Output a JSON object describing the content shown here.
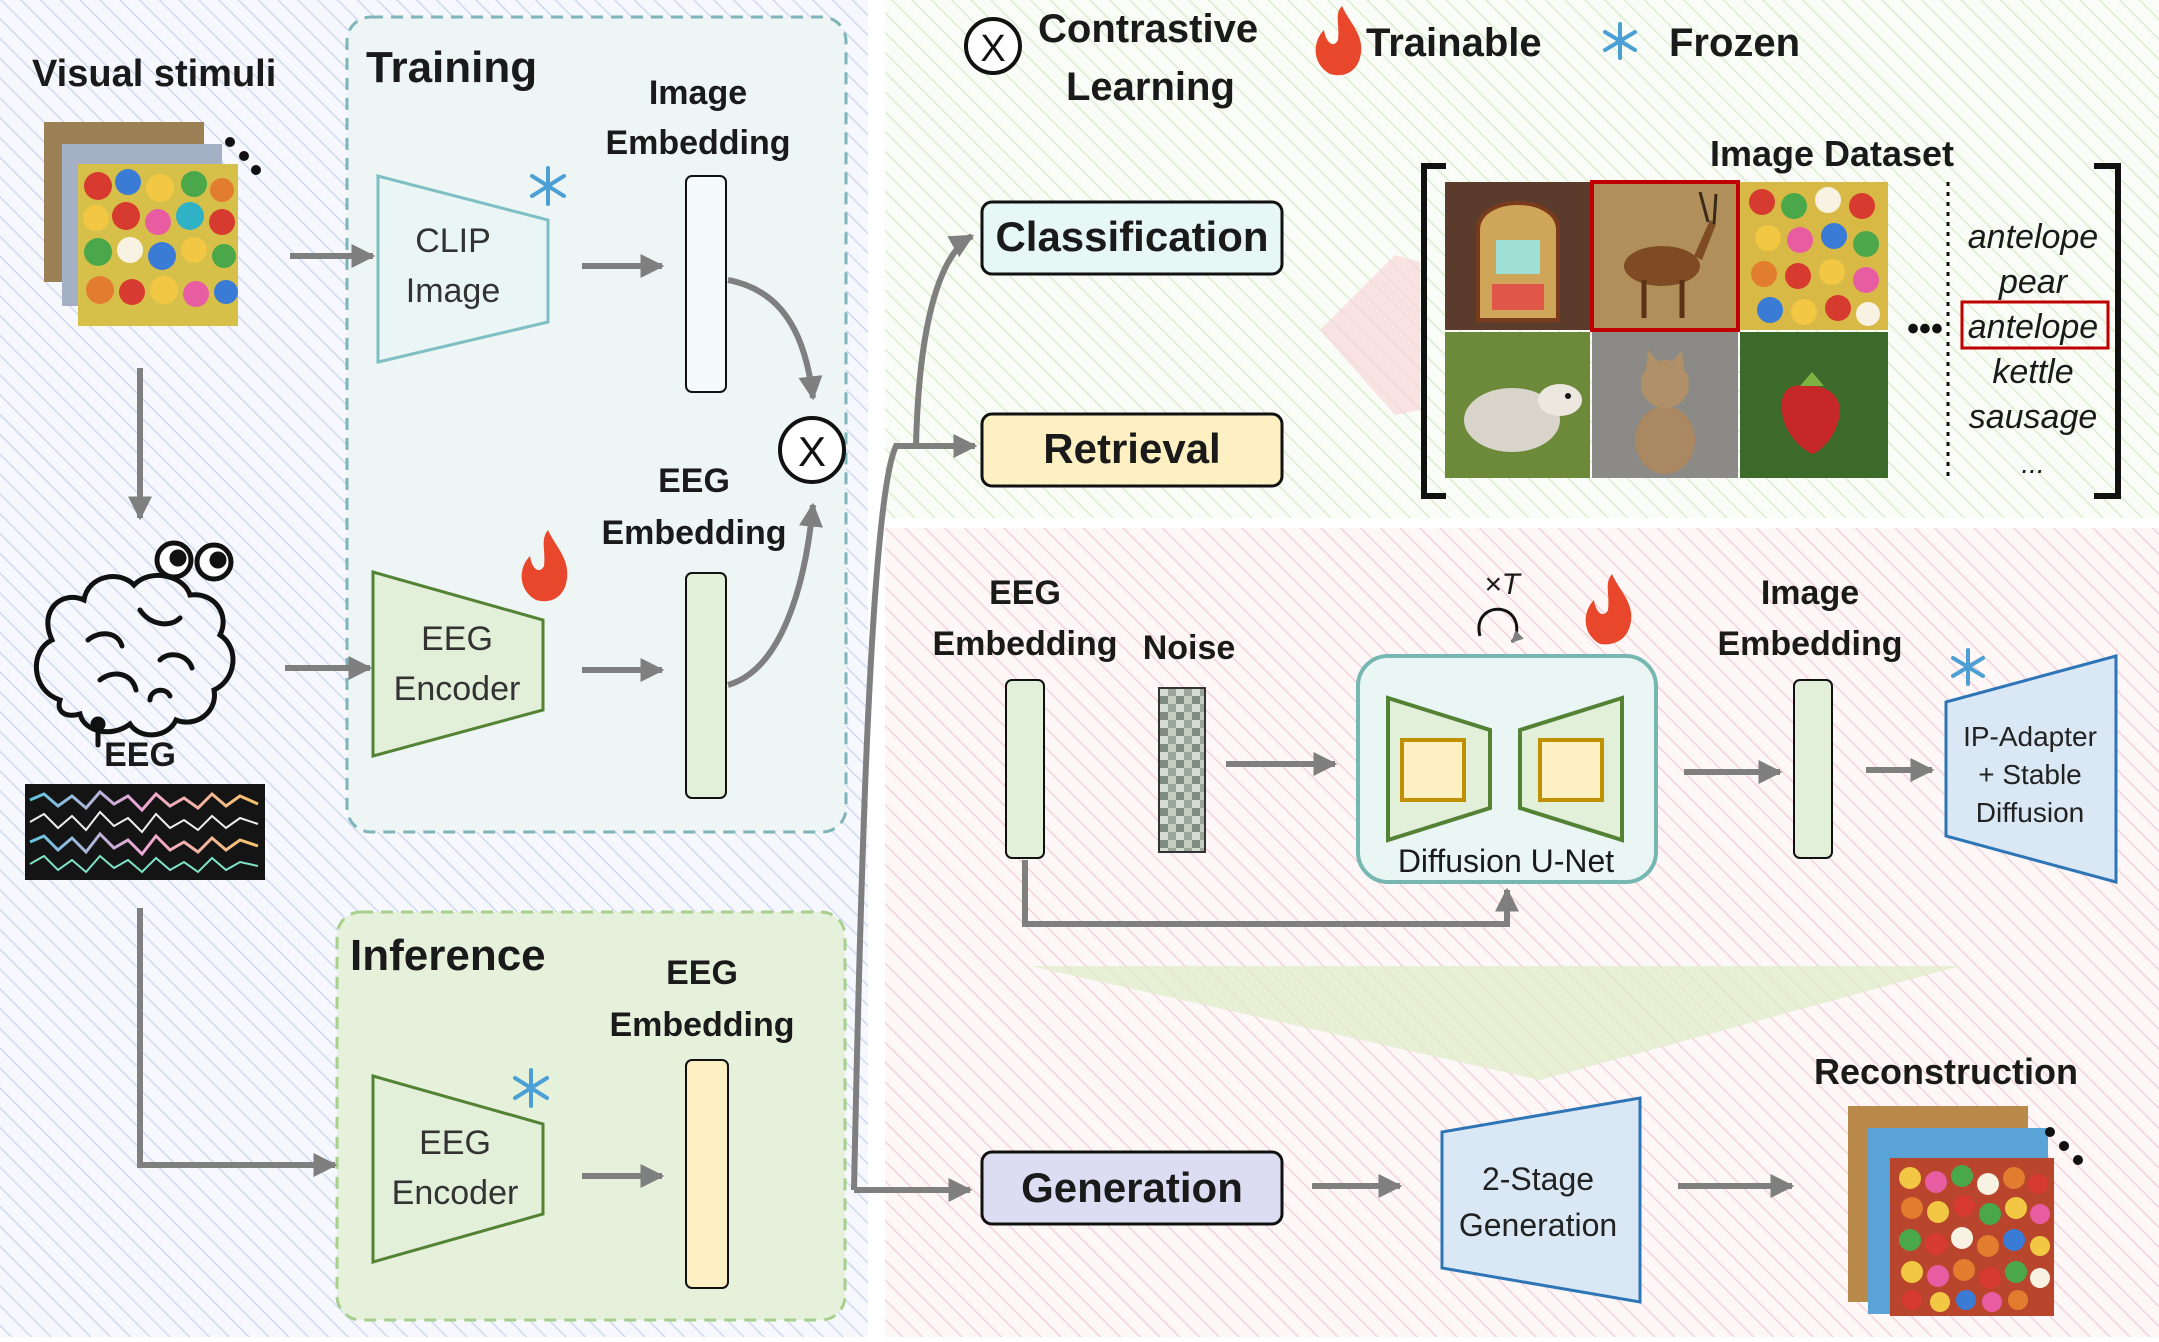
{
  "legend": {
    "contrastive_symbol": "X",
    "contrastive_line1": "Contrastive",
    "contrastive_line2": "Learning",
    "trainable": "Trainable",
    "frozen": "Frozen"
  },
  "left": {
    "visual_stimuli": "Visual stimuli",
    "eeg": "EEG"
  },
  "training": {
    "title": "Training",
    "clip_line1": "CLIP",
    "clip_line2": "Image",
    "image_emb_line1": "Image",
    "image_emb_line2": "Embedding",
    "eeg_enc_line1": "EEG",
    "eeg_enc_line2": "Encoder",
    "eeg_emb_line1": "EEG",
    "eeg_emb_line2": "Embedding",
    "cl_symbol": "X"
  },
  "inference": {
    "title": "Inference",
    "eeg_emb_line1": "EEG",
    "eeg_emb_line2": "Embedding",
    "eeg_enc_line1": "EEG",
    "eeg_enc_line2": "Encoder"
  },
  "tasks": {
    "classification": "Classification",
    "retrieval": "Retrieval",
    "generation": "Generation"
  },
  "dataset": {
    "title": "Image Dataset",
    "dots": "•••",
    "labels": [
      "antelope",
      "pear",
      "antelope",
      "kettle",
      "sausage",
      "..."
    ],
    "highlight_index": 2
  },
  "generation_panel": {
    "eeg_emb_line1": "EEG",
    "eeg_emb_line2": "Embedding",
    "noise": "Noise",
    "times_t": "×T",
    "unet_label": "Diffusion U-Net",
    "image_emb_line1": "Image",
    "image_emb_line2": "Embedding",
    "ip_line1": "IP-Adapter",
    "ip_line2": "+ Stable",
    "ip_line3": "Diffusion",
    "two_stage_line1": "2-Stage",
    "two_stage_line2": "Generation",
    "reconstruction": "Reconstruction"
  },
  "colors": {
    "arrow": "#7f7f7f",
    "clip_fill": "#eaf6f6",
    "clip_stroke": "#7fbfc4",
    "eeg_enc_fill": "#e2efd9",
    "eeg_enc_stroke": "#548235",
    "classification_fill": "#e6f7f6",
    "retrieval_fill": "#fdf0c2",
    "generation_fill": "#dcdcf2",
    "ip_fill": "#dae8f5",
    "ip_stroke": "#2e75b6",
    "unet_fill": "#eaf6f4",
    "unet_stroke": "#76b7b2",
    "unet_inner": "#fdf0c2",
    "unet_inner_stroke": "#bf9000",
    "highlight": "#c00000",
    "fire": "#e8472c",
    "snow": "#4b9fd5"
  }
}
